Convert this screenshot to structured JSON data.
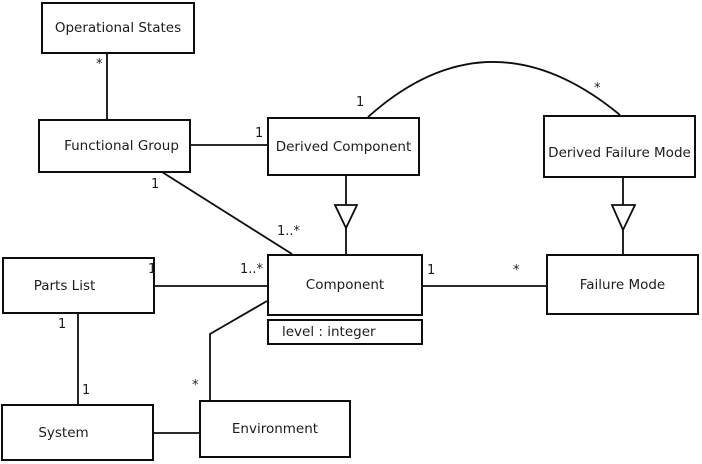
{
  "diagram": {
    "type": "uml-class-diagram",
    "colors": {
      "stroke": "#0d0d0d",
      "text": "#1c1c1c",
      "background": "#ffffff"
    },
    "nodes": {
      "operational_states": {
        "label": "Operational States"
      },
      "functional_group": {
        "label": "Functional Group"
      },
      "derived_component": {
        "label": "Derived Component"
      },
      "derived_failure_mode": {
        "label": "Derived Failure Mode"
      },
      "parts_list": {
        "label": "Parts List"
      },
      "component": {
        "label": "Component",
        "attribute": "level : integer"
      },
      "failure_mode": {
        "label": "Failure Mode"
      },
      "system": {
        "label": "System"
      },
      "environment": {
        "label": "Environment"
      }
    },
    "multiplicities": {
      "operational_states_end": "*",
      "functional_group_bottom": "1",
      "functional_group_to_derived_component": "1",
      "derived_component_arc_end": "1",
      "derived_failure_mode_arc_end": "*",
      "component_top_left": "1..*",
      "component_left": "1..*",
      "parts_list_right": "1",
      "component_right": "1",
      "failure_mode_left": "*",
      "parts_list_bottom": "1",
      "system_top": "1",
      "environment_top": "*"
    },
    "edges": [
      {
        "from": "Operational States",
        "to": "Functional Group",
        "type": "association",
        "labels": [
          "*"
        ]
      },
      {
        "from": "Functional Group",
        "to": "Derived Component",
        "type": "association",
        "labels": [
          "1"
        ]
      },
      {
        "from": "Functional Group",
        "to": "Component",
        "type": "association",
        "labels": [
          "1",
          "1..*"
        ]
      },
      {
        "from": "Derived Component",
        "to": "Derived Failure Mode",
        "type": "association-arc",
        "labels": [
          "1",
          "*"
        ]
      },
      {
        "from": "Derived Component",
        "to": "Component",
        "type": "generalization",
        "labels": []
      },
      {
        "from": "Derived Failure Mode",
        "to": "Failure Mode",
        "type": "generalization",
        "labels": []
      },
      {
        "from": "Parts List",
        "to": "Component",
        "type": "association",
        "labels": [
          "1",
          "1..*"
        ]
      },
      {
        "from": "Component",
        "to": "Failure Mode",
        "type": "association",
        "labels": [
          "1",
          "*"
        ]
      },
      {
        "from": "Parts List",
        "to": "System",
        "type": "association",
        "labels": [
          "1",
          "1"
        ]
      },
      {
        "from": "System",
        "to": "Environment",
        "type": "association",
        "labels": []
      },
      {
        "from": "Environment",
        "to": "Component",
        "type": "association",
        "labels": [
          "*"
        ]
      }
    ]
  }
}
